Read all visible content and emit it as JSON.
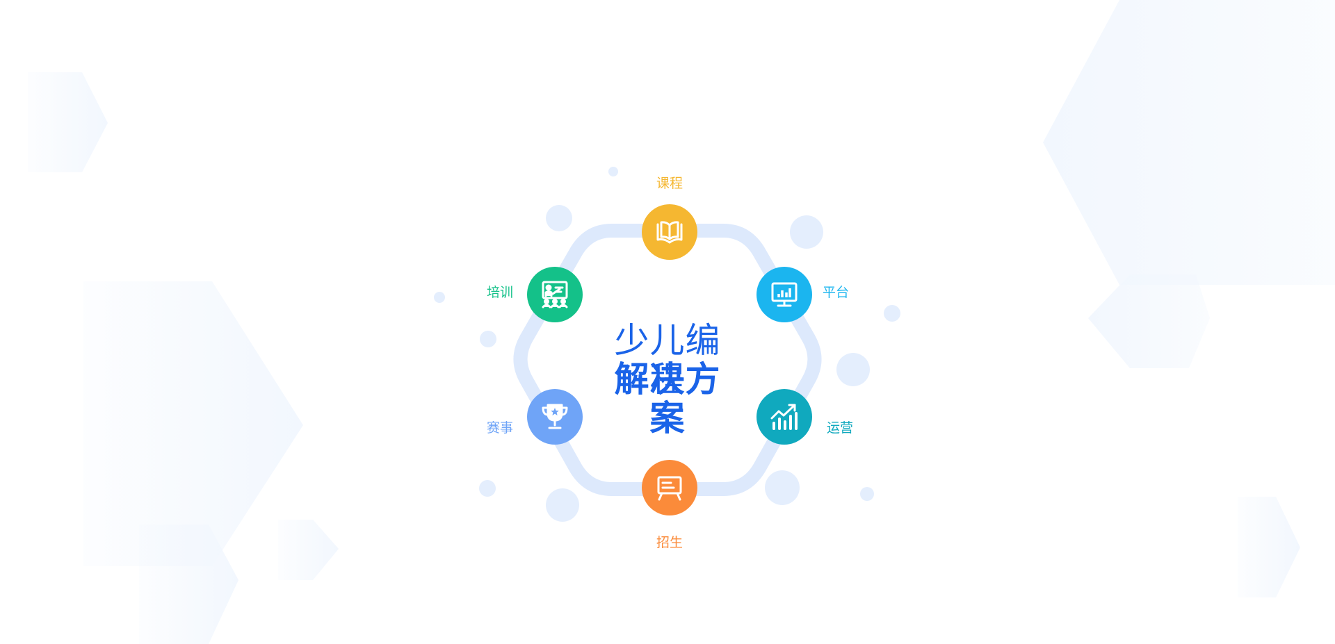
{
  "center": {
    "line1": "少儿编程",
    "line2": "解决方案"
  },
  "nodes": [
    {
      "id": "course",
      "label": "课程",
      "color": "#f5b731",
      "icon": "book-icon"
    },
    {
      "id": "platform",
      "label": "平台",
      "color": "#1bb5ef",
      "icon": "monitor-chart-icon"
    },
    {
      "id": "operation",
      "label": "运营",
      "color": "#10a9be",
      "icon": "trend-chart-icon"
    },
    {
      "id": "enrollment",
      "label": "招生",
      "color": "#fb8b3a",
      "icon": "easel-icon"
    },
    {
      "id": "competition",
      "label": "赛事",
      "color": "#6fa4f7",
      "icon": "trophy-icon"
    },
    {
      "id": "training",
      "label": "培训",
      "color": "#14c189",
      "icon": "classroom-icon"
    }
  ],
  "colors": {
    "ring": "#dde9fc",
    "bubble": "#e4eefd",
    "bg_hex": "#f4f8fd",
    "title": "#1a63e8"
  }
}
